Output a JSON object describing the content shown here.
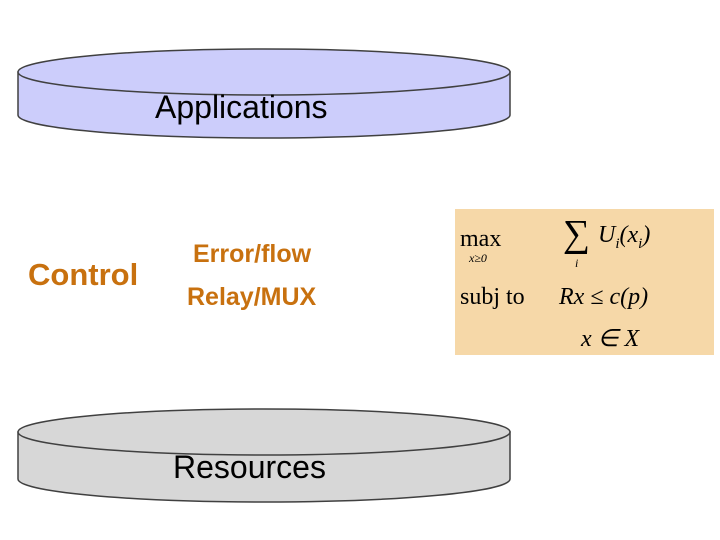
{
  "applications_label": "Applications",
  "resources_label": "Resources",
  "control_label": "Control",
  "error_flow_label": "Error/flow",
  "relay_mux_label": "Relay/MUX",
  "formula": {
    "max_text": "max",
    "max_constraint": "x≥0",
    "sum_symbol": "∑",
    "sum_index": "i",
    "utility_expr": "U_i(x_i)",
    "subj_text": "subj to",
    "rate_constraint": "Rx ≤ c(p)",
    "set_constraint": "x ∈ X"
  },
  "colors": {
    "applications_fill": "#cccdfb",
    "resources_fill": "#d7d7d7",
    "control_text": "#c8710f",
    "formula_background": "#f6d8a8"
  }
}
